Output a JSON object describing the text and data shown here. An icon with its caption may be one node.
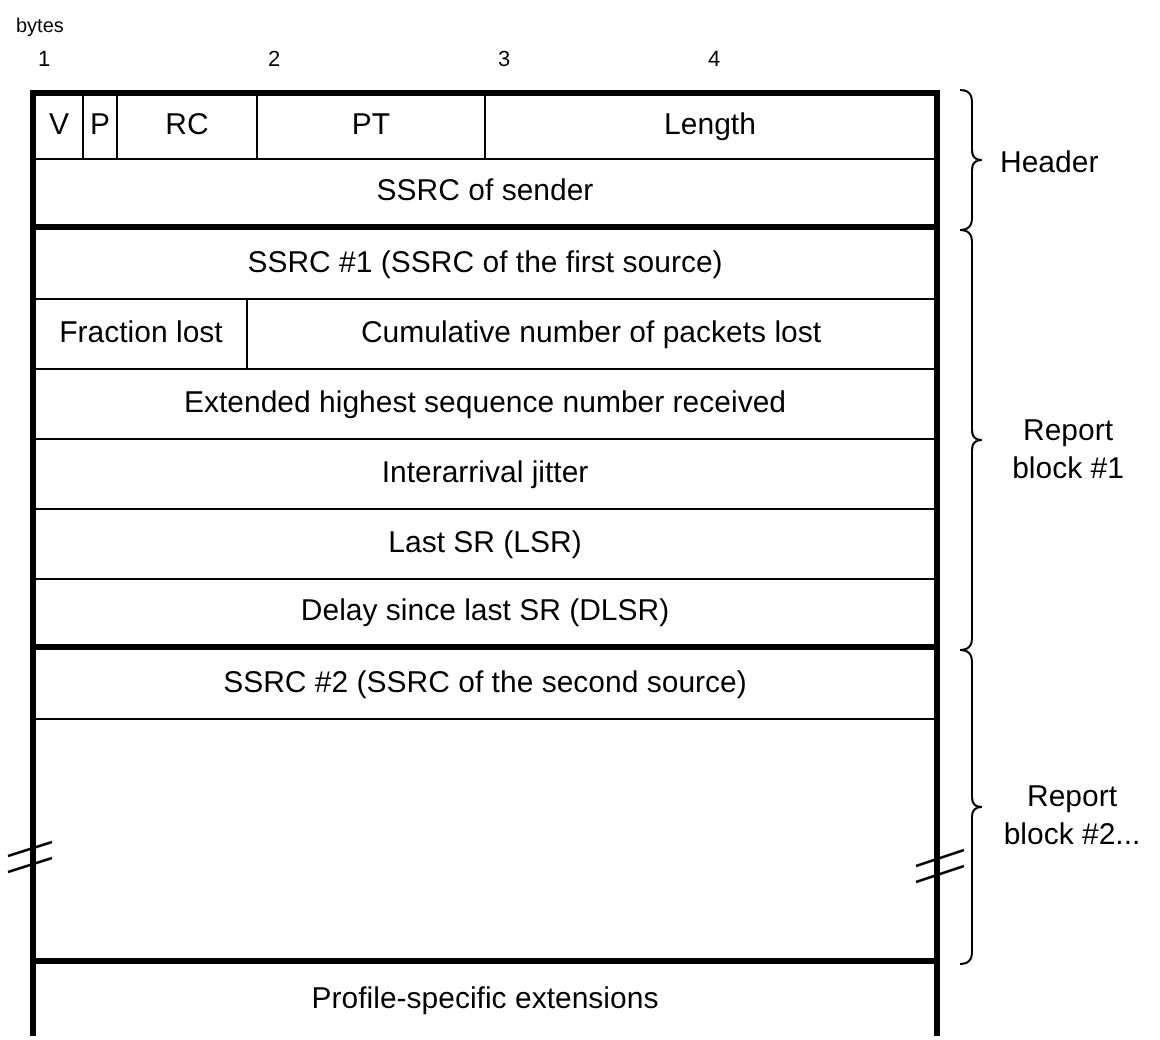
{
  "diagram": {
    "nodes": [
      {
        "text": [
          "V"
        ]
      },
      {
        "text": [
          "P"
        ]
      },
      {
        "text": [
          "RC"
        ]
      },
      {
        "text": [
          "PT"
        ]
      },
      {
        "text": [
          "Length"
        ]
      },
      {
        "text": [
          "SSRC of sender"
        ]
      },
      {
        "text": [
          "SSRC #1 (SSRC of the first source)"
        ]
      },
      {
        "text": [
          "Fraction lost"
        ]
      },
      {
        "text": [
          "Cumulative number of packets lost"
        ]
      },
      {
        "text": [
          "Extended highest sequence number received"
        ]
      },
      {
        "text": [
          "Interarrival jitter"
        ]
      },
      {
        "text": [
          "Last SR (LSR)"
        ]
      },
      {
        "text": [
          "Delay since last SR (DLSR)"
        ]
      },
      {
        "text": [
          "SSRC #2 (SSRC of the second source)"
        ]
      },
      {
        "text": [],
        "shape": "box"
      },
      {
        "text": [
          "Profile-specific extensions"
        ]
      }
    ],
    "edges": [],
    "labels": [
      "bytes",
      "1",
      "2",
      "3",
      "4",
      "Header",
      "Report block #1",
      "Report block #2..."
    ]
  }
}
